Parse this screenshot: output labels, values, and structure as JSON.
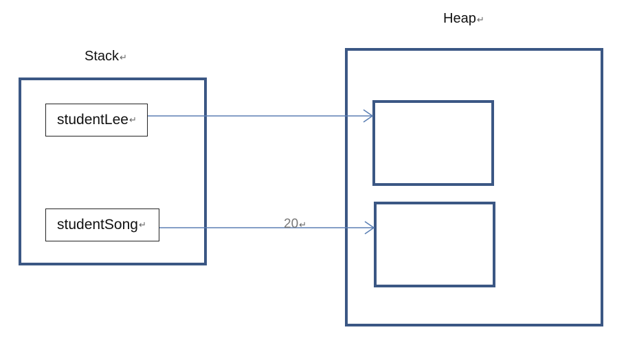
{
  "stack": {
    "title": "Stack",
    "variables": [
      {
        "name": "studentLee"
      },
      {
        "name": "studentSong"
      }
    ]
  },
  "heap": {
    "title": "Heap",
    "objects": [
      {
        "content": ""
      },
      {
        "content": ""
      }
    ]
  },
  "edges": [
    {
      "from": "studentLee",
      "to": "heap-object-1",
      "label": ""
    },
    {
      "from": "studentSong",
      "to": "heap-object-2",
      "label": "20"
    }
  ],
  "return_mark": "↵",
  "colors": {
    "box_border": "#3b5784",
    "arrow": "#5b7fb3",
    "text": "#111111"
  }
}
